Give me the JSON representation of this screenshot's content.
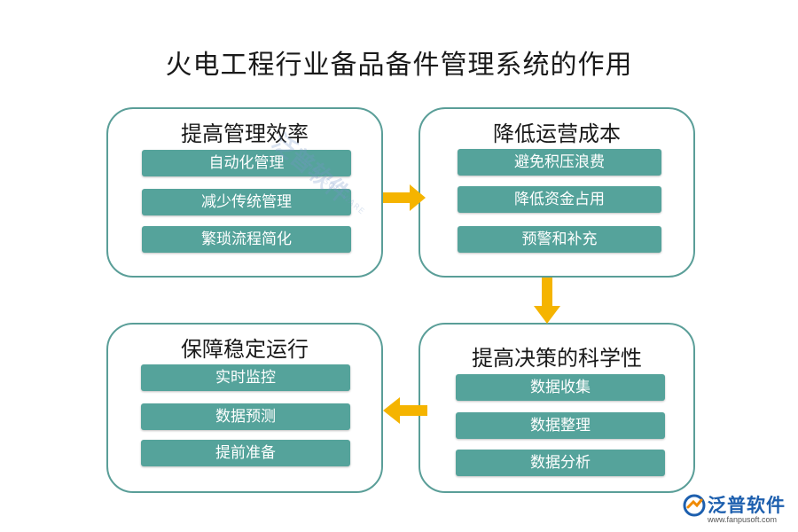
{
  "title": "火电工程行业备品备件管理系统的作用",
  "panels": [
    {
      "title": "提高管理效率",
      "items": [
        "自动化管理",
        "减少传统管理",
        "繁琐流程简化"
      ]
    },
    {
      "title": "降低运营成本",
      "items": [
        "避免积压浪费",
        "降低资金占用",
        "预警和补充"
      ]
    },
    {
      "title": "提高决策的科学性",
      "items": [
        "数据收集",
        "数据整理",
        "数据分析"
      ]
    },
    {
      "title": "保障稳定运行",
      "items": [
        "实时监控",
        "数据预测",
        "提前准备"
      ]
    }
  ],
  "watermark": {
    "text": "泛普软件",
    "sub": "FANPU SOFTWARE"
  },
  "logo": {
    "name": "泛普软件",
    "url": "www.fanpusoft.com"
  },
  "colors": {
    "pill": "#55a39b",
    "border": "#5a9e98",
    "arrow": "#f5b400",
    "brand": "#1d5fae"
  }
}
